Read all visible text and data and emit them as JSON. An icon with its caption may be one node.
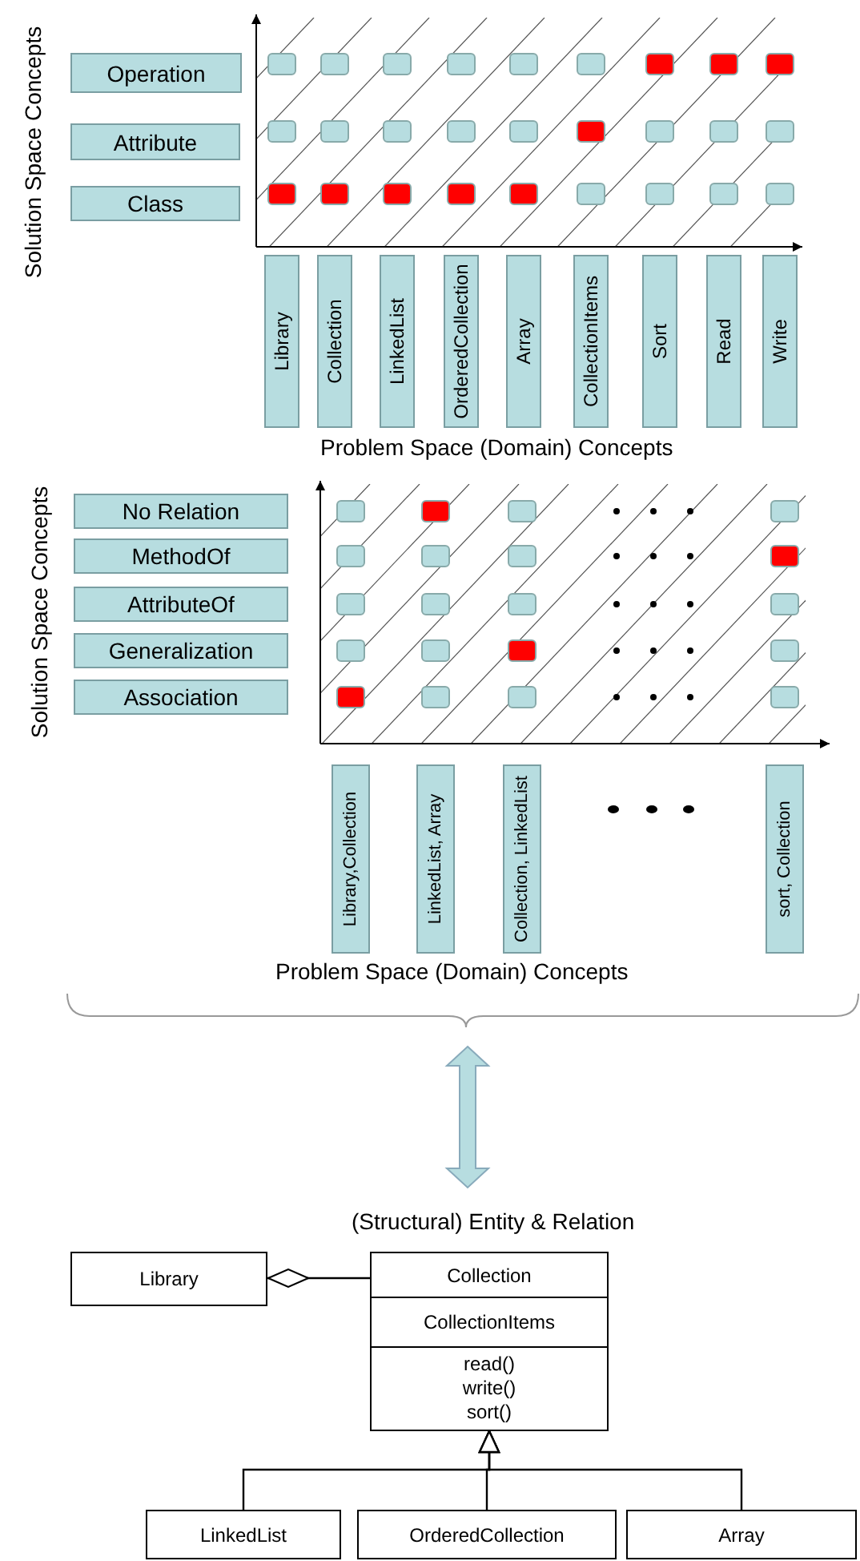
{
  "diagram": {
    "nodes": [
      {
        "text": [
          "Operation"
        ]
      },
      {
        "text": [
          "Attribute"
        ]
      },
      {
        "text": [
          "Class"
        ]
      },
      {
        "text": [
          "Library"
        ]
      },
      {
        "text": [
          "Collection"
        ]
      },
      {
        "text": [
          "LinkedList"
        ]
      },
      {
        "text": [
          "OrderedCollection"
        ]
      },
      {
        "text": [
          "Array"
        ]
      },
      {
        "text": [
          "CollectionItems"
        ]
      },
      {
        "text": [
          "Sort"
        ]
      },
      {
        "text": [
          "Read"
        ]
      },
      {
        "text": [
          "Write"
        ]
      },
      {
        "text": [],
        "shape": "box"
      },
      {
        "text": [],
        "shape": "box"
      },
      {
        "text": [],
        "shape": "box"
      },
      {
        "text": [],
        "shape": "box"
      },
      {
        "text": [],
        "shape": "box"
      },
      {
        "text": [],
        "shape": "box"
      },
      {
        "text": [],
        "shape": "box"
      },
      {
        "text": [],
        "shape": "box"
      },
      {
        "text": [],
        "shape": "box"
      },
      {
        "text": [],
        "shape": "box"
      },
      {
        "text": [],
        "shape": "box"
      },
      {
        "text": [],
        "shape": "box"
      },
      {
        "text": [],
        "shape": "box"
      },
      {
        "text": [],
        "shape": "box"
      },
      {
        "text": [],
        "shape": "box"
      },
      {
        "text": [],
        "shape": "box"
      },
      {
        "text": [],
        "shape": "box"
      },
      {
        "text": [],
        "shape": "box"
      },
      {
        "text": [],
        "shape": "box"
      },
      {
        "text": [],
        "shape": "box"
      },
      {
        "text": [],
        "shape": "box"
      },
      {
        "text": [],
        "shape": "box"
      },
      {
        "text": [],
        "shape": "box"
      },
      {
        "text": [],
        "shape": "box"
      },
      {
        "text": [],
        "shape": "box"
      },
      {
        "text": [],
        "shape": "box"
      },
      {
        "text": [],
        "shape": "box"
      },
      {
        "text": [
          "No Relation"
        ]
      },
      {
        "text": [
          "MethodOf"
        ]
      },
      {
        "text": [
          "AttributeOf"
        ]
      },
      {
        "text": [
          "Generalization"
        ]
      },
      {
        "text": [
          "Association"
        ]
      },
      {
        "text": [
          "Library,Collection"
        ]
      },
      {
        "text": [
          "LinkedList, Array"
        ]
      },
      {
        "text": [
          "Collection, LinkedList"
        ]
      },
      {
        "text": [
          "sort, Collection"
        ]
      },
      {
        "text": [],
        "shape": "box"
      },
      {
        "text": [],
        "shape": "box"
      },
      {
        "text": [],
        "shape": "box"
      },
      {
        "text": [],
        "shape": "box"
      },
      {
        "text": [],
        "shape": "box"
      },
      {
        "text": [],
        "shape": "box"
      },
      {
        "text": [],
        "shape": "box"
      },
      {
        "text": [],
        "shape": "box"
      },
      {
        "text": [],
        "shape": "box"
      },
      {
        "text": [],
        "shape": "box"
      },
      {
        "text": [],
        "shape": "box"
      },
      {
        "text": [],
        "shape": "box"
      },
      {
        "text": [],
        "shape": "box"
      },
      {
        "text": [],
        "shape": "box"
      },
      {
        "text": [],
        "shape": "box"
      },
      {
        "text": [],
        "shape": "box"
      },
      {
        "text": [],
        "shape": "box"
      },
      {
        "text": [],
        "shape": "box"
      },
      {
        "text": [],
        "shape": "box"
      },
      {
        "text": [],
        "shape": "box"
      },
      {
        "text": [
          "Library"
        ]
      },
      {
        "text": [
          "Collection",
          "CollectionItems",
          "read() write() sort()"
        ]
      },
      {
        "text": [
          "LinkedList"
        ]
      },
      {
        "text": [
          "OrderedCollection"
        ]
      },
      {
        "text": [
          "Array"
        ]
      }
    ],
    "edges": [
      {
        "from": 68,
        "to": 69,
        "arrow": "other"
      },
      {
        "from": 70,
        "to": 69,
        "arrow": "to"
      },
      {
        "from": 71,
        "to": 69,
        "arrow": "to"
      },
      {
        "from": 72,
        "to": 69,
        "arrow": "to"
      }
    ],
    "labels": [
      "Solution Space Concepts",
      "Problem Space (Domain) Concepts",
      "Solution Space Concepts",
      "Problem Space (Domain) Concepts",
      "(Structural) Entity & Relation"
    ]
  }
}
